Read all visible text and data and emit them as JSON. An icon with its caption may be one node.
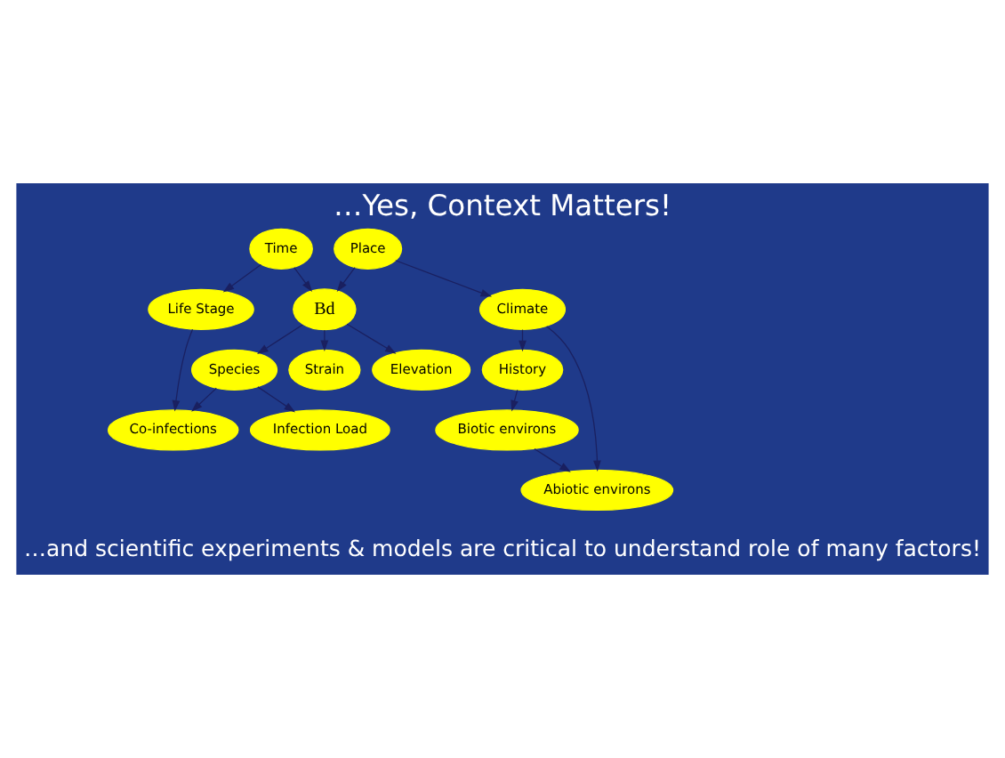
{
  "diagram": {
    "title": "…Yes, Context Matters!",
    "caption": "…and scientific experiments & models are critical to understand role of many factors!",
    "nodes": [
      {
        "text": [
          "Co-infections"
        ]
      },
      {
        "text": [
          "Life Stage"
        ]
      },
      {
        "text": [
          "Infection Load"
        ]
      },
      {
        "text": [
          "Species"
        ]
      },
      {
        "text": [
          "Time"
        ]
      },
      {
        "text": [
          "Strain"
        ]
      },
      {
        "text": [
          "Bd"
        ]
      },
      {
        "text": [
          "Place"
        ]
      },
      {
        "text": [
          "Elevation"
        ]
      },
      {
        "text": [
          "Climate"
        ]
      },
      {
        "text": [
          "History"
        ]
      },
      {
        "text": [
          "Abiotic environs"
        ]
      },
      {
        "text": [
          "Biotic environs"
        ]
      }
    ],
    "edges": [
      {
        "from": 6,
        "to": 3,
        "arrow": "to"
      },
      {
        "from": 3,
        "to": 2,
        "arrow": "to"
      },
      {
        "from": 3,
        "to": 0,
        "arrow": "to"
      },
      {
        "from": 1,
        "to": 0,
        "arrow": "to"
      },
      {
        "from": 4,
        "to": 1,
        "arrow": "to"
      },
      {
        "from": 4,
        "to": 6,
        "arrow": "to"
      },
      {
        "from": 6,
        "to": 5,
        "arrow": "to"
      },
      {
        "from": 6,
        "to": 8,
        "arrow": "to"
      },
      {
        "from": 7,
        "to": 6,
        "arrow": "to"
      },
      {
        "from": 7,
        "to": 9,
        "arrow": "to"
      },
      {
        "from": 9,
        "to": 10,
        "arrow": "to"
      },
      {
        "from": 9,
        "to": 11,
        "arrow": "to"
      },
      {
        "from": 10,
        "to": 12,
        "arrow": "to"
      },
      {
        "from": 12,
        "to": 11,
        "arrow": "to"
      }
    ]
  }
}
